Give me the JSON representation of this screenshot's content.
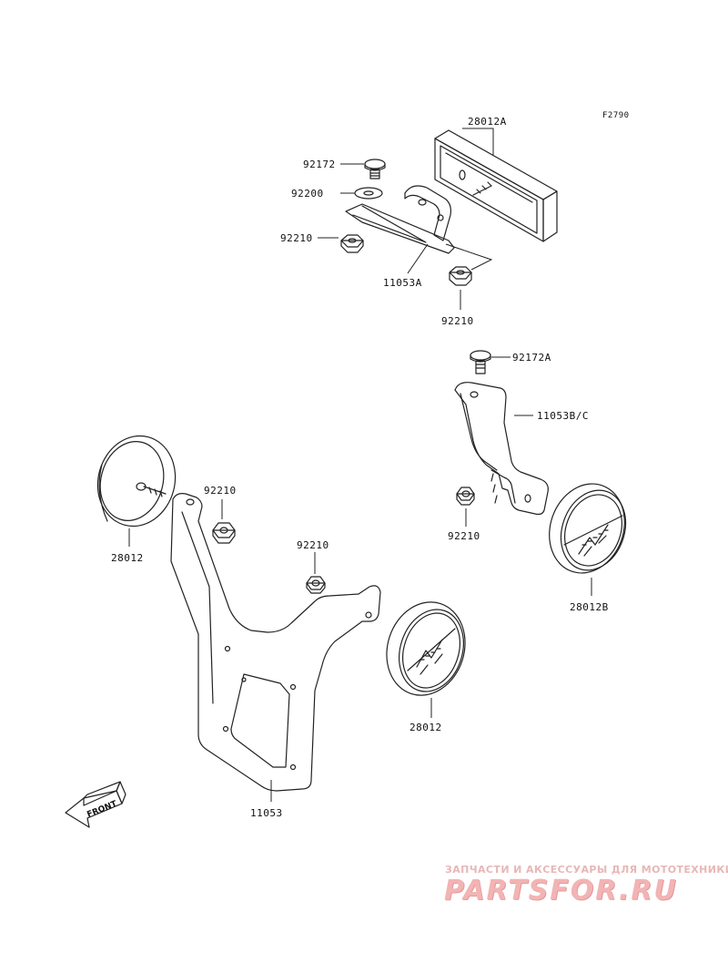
{
  "figure_code": "F2790",
  "labels": {
    "l28012A": "28012A",
    "l92172": "92172",
    "l92200": "92200",
    "l92210_a": "92210",
    "l11053A": "11053A",
    "l92210_b": "92210",
    "l92172A": "92172A",
    "l11053BC": "11053B/C",
    "l92210_c": "92210",
    "l28012B": "28012B",
    "l92210_d": "92210",
    "l28012_a": "28012",
    "l92210_e": "92210",
    "l28012_b": "28012",
    "l11053": "11053"
  },
  "front_arrow": "FRONT",
  "watermark": {
    "tagline": "ЗАПЧАСТИ И АКСЕССУАРЫ ДЛЯ МОТОТЕХНИКИ",
    "logo": "PARTSFOR.RU"
  }
}
